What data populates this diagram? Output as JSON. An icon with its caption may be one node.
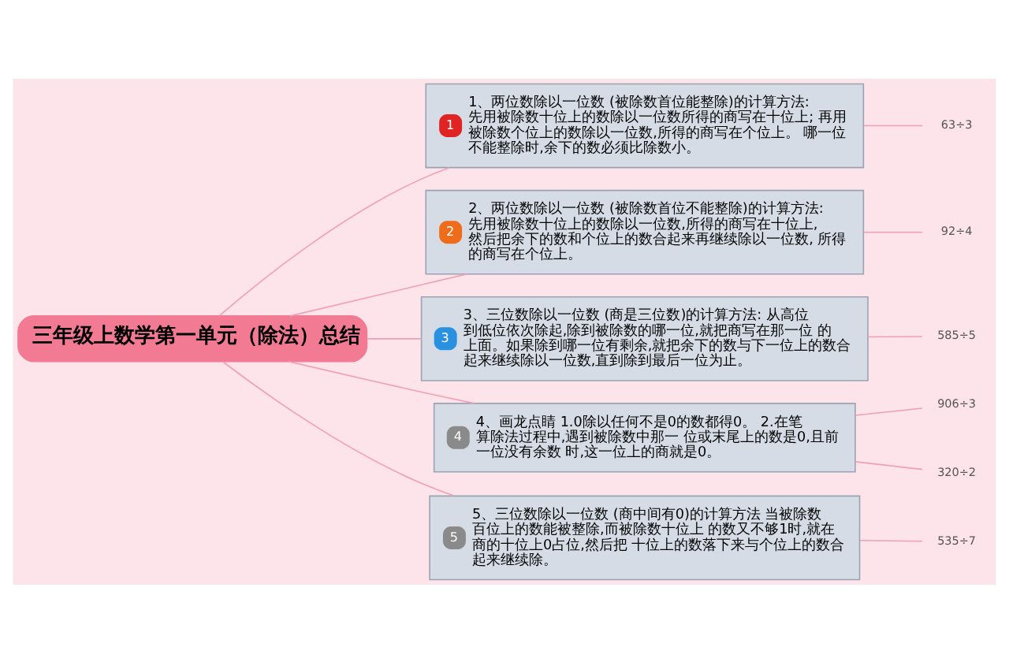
{
  "diagram": {
    "nodes": [
      {
        "text": [
          "三年级上数学第一单元（除法）总结"
        ]
      },
      {
        "text": [
          "1",
          "1、两位数除以一位数 (被除数首位能整除)的计算方法: 先用被除数十位上的数除以一位数所得的商写在十位上; 再用被除数个位上的数除以一位数,所得的商写在个位上。 哪一位不能整除时,余下的数必须比除数小。"
        ]
      },
      {
        "text": [
          "63÷3"
        ]
      },
      {
        "text": [
          "2",
          "2、两位数除以一位数 (被除数首位不能整除)的计算方法: 先用被除数十位上的数除以一位数,所得的商写在十位上, 然后把余下的数和个位上的数合起来再继续除以一位数, 所得的商写在个位上。"
        ]
      },
      {
        "text": [
          "92÷4"
        ]
      },
      {
        "text": [
          "3",
          "3、三位数除以一位数 (商是三位数)的计算方法: 从高位到低位依次除起,除到被除数的哪一位,就把商写在那一位 的上面。如果除到哪一位有剩余,就把余下的数与下一位上的数合起来继续除以一位数,直到除到最后一位为止。"
        ]
      },
      {
        "text": [
          "585÷5"
        ]
      },
      {
        "text": [
          "4",
          "4、画龙点睛 1.0除以任何不是0的数都得0。 2.在笔算除法过程中,遇到被除数中那一 位或末尾上的数是0,且前一位没有余数 时,这一位上的商就是0。"
        ]
      },
      {
        "text": [
          "906÷3"
        ]
      },
      {
        "text": [
          "320÷2"
        ]
      },
      {
        "text": [
          "5",
          "5、三位数除以一位数 (商中间有0)的计算方法 当被除数百位上的数能被整除,而被除数十位上 的数又不够1时,就在商的十位上0占位,然后把 十位上的数落下来与个位上的数合起来继续除。"
        ]
      },
      {
        "text": [
          "535÷7"
        ]
      }
    ],
    "edges": [
      {
        "from": 0,
        "to": 1,
        "arrow": "none"
      },
      {
        "from": 1,
        "to": 2,
        "arrow": "none"
      },
      {
        "from": 0,
        "to": 3,
        "arrow": "none"
      },
      {
        "from": 3,
        "to": 4,
        "arrow": "none"
      },
      {
        "from": 0,
        "to": 5,
        "arrow": "none"
      },
      {
        "from": 5,
        "to": 6,
        "arrow": "none"
      },
      {
        "from": 0,
        "to": 7,
        "arrow": "none"
      },
      {
        "from": 7,
        "to": 8,
        "arrow": "none"
      },
      {
        "from": 7,
        "to": 9,
        "arrow": "none"
      },
      {
        "from": 0,
        "to": 10,
        "arrow": "none"
      },
      {
        "from": 10,
        "to": 11,
        "arrow": "none"
      }
    ]
  }
}
